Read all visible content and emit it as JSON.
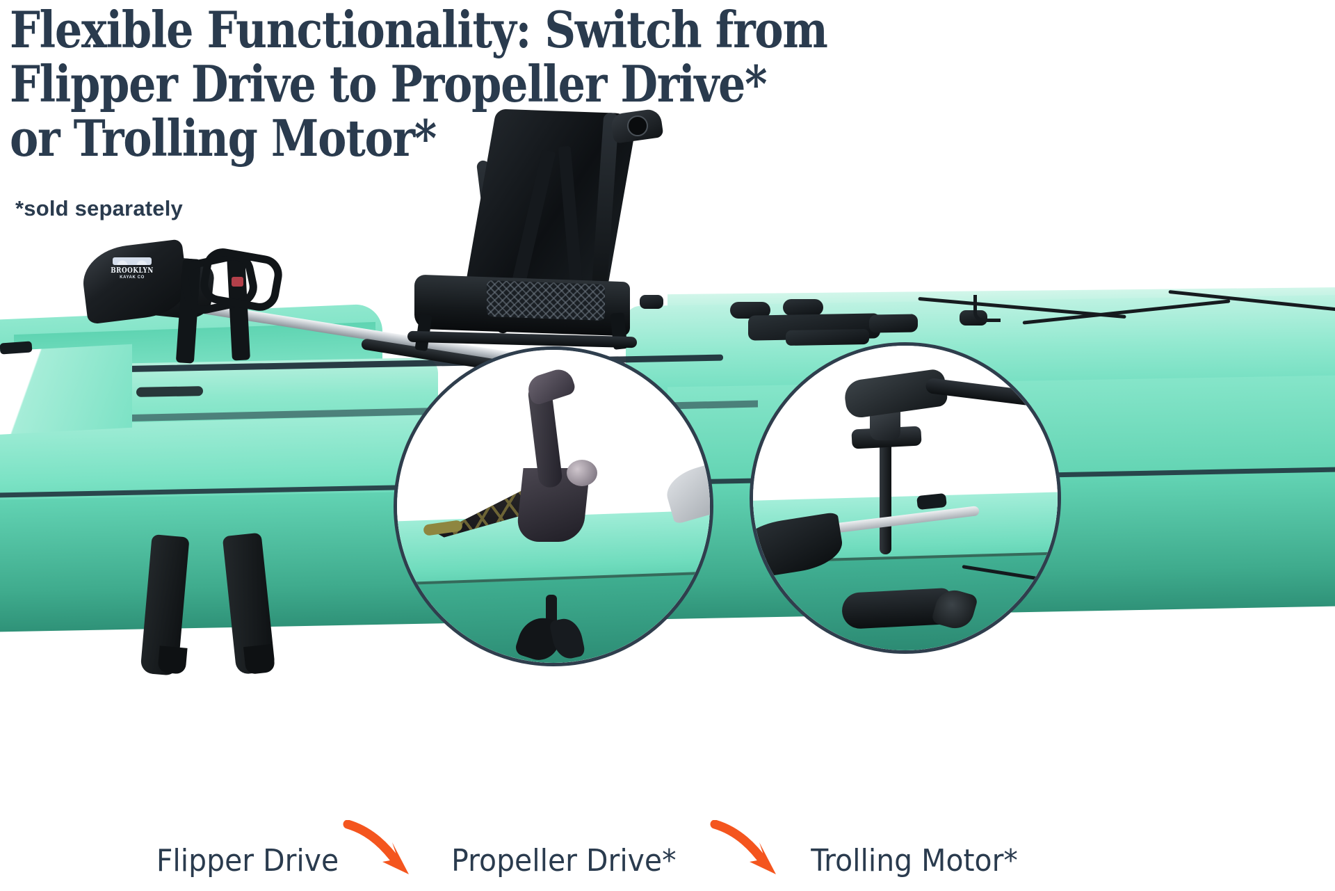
{
  "headline": {
    "line1": "Flexible Functionality: Switch from",
    "line2": "Flipper Drive to Propeller Drive*",
    "line3": "or Trolling Motor*",
    "footnote": "*sold separately",
    "color": "#2a3b4e"
  },
  "brand": {
    "paddle_logo_primary": "BROOKLYN",
    "paddle_logo_secondary": "KAYAK CO"
  },
  "captions": [
    {
      "label": "Flipper Drive",
      "id": "flipper"
    },
    {
      "label": "Propeller Drive*",
      "id": "propeller"
    },
    {
      "label": "Trolling Motor*",
      "id": "trolling"
    }
  ],
  "insets": [
    {
      "id": "propeller",
      "subject": "Propeller Drive unit mounted through kayak hull"
    },
    {
      "id": "trolling",
      "subject": "Trolling Motor mounted on kayak stern"
    }
  ],
  "arrows": [
    {
      "id": "arrow-flipper-to-propeller",
      "direction": "down-right"
    },
    {
      "id": "arrow-propeller-to-trolling",
      "direction": "down-right"
    }
  ],
  "colors": {
    "background": "#ffffff",
    "text_navy": "#2a3b4e",
    "arrow_orange": "#f4551e",
    "hull_mint": "#7fe5c8",
    "hull_mint_dark": "#3fae90",
    "inset_border": "#2f3e4d",
    "hardware_black": "#14181b"
  }
}
